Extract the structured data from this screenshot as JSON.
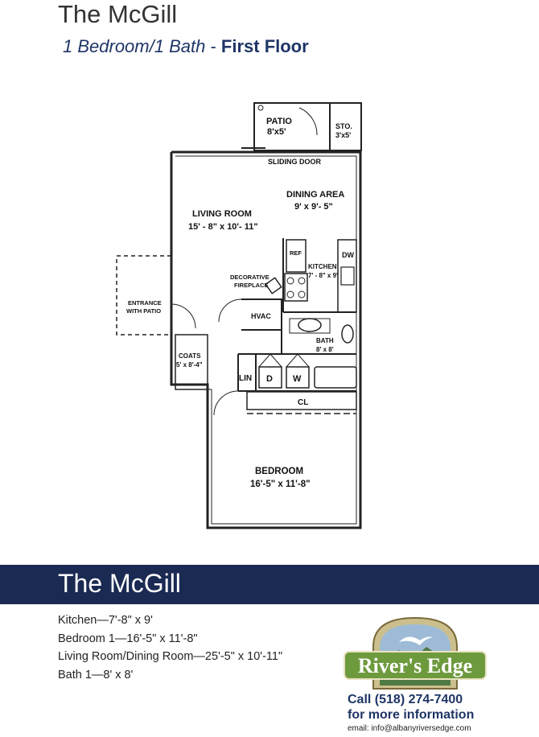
{
  "header": {
    "title": "The McGill",
    "subtitle_italic": "1 Bedroom/1 Bath",
    "subtitle_sep": " - ",
    "subtitle_bold": "First Floor"
  },
  "plan": {
    "patio": "PATIO",
    "patio_dim": "8'x5'",
    "sto": "STO.",
    "sto_dim": "3'x5'",
    "sliding_door": "SLIDING DOOR",
    "dining": "DINING AREA",
    "dining_dim": "9' x 9'- 5\"",
    "living": "LIVING ROOM",
    "living_dim": "15' - 8\" x 10'- 11\"",
    "ref": "REF",
    "dw": "DW",
    "kitchen": "KITCHEN",
    "kitchen_dim": "7' - 8\" x 9'",
    "fireplace_1": "DECORATIVE",
    "fireplace_2": "FIREPLACE",
    "entrance_1": "ENTRANCE",
    "entrance_2": "WITH PATIO",
    "hvac": "HVAC",
    "bath": "BATH",
    "bath_dim": "8' x 8'",
    "coats": "COATS",
    "coats_dim": "5' x 8'-4\"",
    "lin": "LIN",
    "d": "D",
    "w": "W",
    "cl": "CL",
    "bedroom": "BEDROOM",
    "bedroom_dim": "16'-5\" x 11'-8\""
  },
  "banner": {
    "title": "The McGill"
  },
  "specs": [
    "Kitchen—7'-8\" x 9'",
    "Bedroom 1—16'-5\" x 11'-8\"",
    "Living Room/Dining Room—25'-5\" x 10'-11\"",
    "Bath 1—8' x 8'"
  ],
  "logo": {
    "text": "River's Edge"
  },
  "contact": {
    "phone": "Call (518) 274-7400",
    "more": "for more information",
    "email": "email: info@albanyriversedge.com"
  },
  "colors": {
    "navy": "#1a2a52",
    "logo_green": "#5f8a3a",
    "logo_tan": "#cbbf8e"
  }
}
